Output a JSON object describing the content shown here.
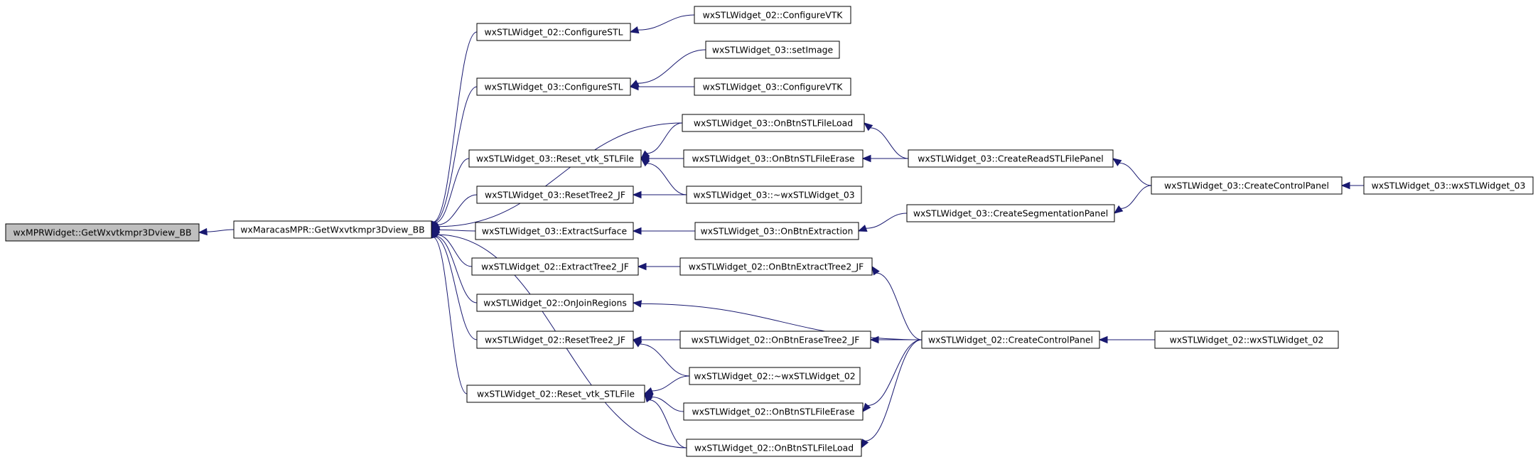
{
  "nodes": {
    "root": "wxMPRWidget::GetWxvtkmpr3Dview_BB",
    "getbb": "wxMaracasMPR::GetWxvtkmpr3Dview_BB",
    "cfg02": "wxSTLWidget_02::ConfigureSTL",
    "cvtk02": "wxSTLWidget_02::ConfigureVTK",
    "cfg03": "wxSTLWidget_03::ConfigureSTL",
    "setimg03": "wxSTLWidget_03::setImage",
    "cvtk03": "wxSTLWidget_03::ConfigureVTK",
    "load03": "wxSTLWidget_03::OnBtnSTLFileLoad",
    "reset03": "wxSTLWidget_03::Reset_vtk_STLFile",
    "erase03": "wxSTLWidget_03::OnBtnSTLFileErase",
    "crp03": "wxSTLWidget_03::CreateReadSTLFilePanel",
    "ccp03": "wxSTLWidget_03::CreateControlPanel",
    "ctor03": "wxSTLWidget_03::wxSTLWidget_03",
    "rt03": "wxSTLWidget_03::ResetTree2_JF",
    "dtor03": "wxSTLWidget_03::~wxSTLWidget_03",
    "ext03": "wxSTLWidget_03::ExtractSurface",
    "onext03": "wxSTLWidget_03::OnBtnExtraction",
    "csp03": "wxSTLWidget_03::CreateSegmentationPanel",
    "et02": "wxSTLWidget_02::ExtractTree2_JF",
    "onet02": "wxSTLWidget_02::OnBtnExtractTree2_JF",
    "join02": "wxSTLWidget_02::OnJoinRegions",
    "ccp02": "wxSTLWidget_02::CreateControlPanel",
    "ctor02": "wxSTLWidget_02::wxSTLWidget_02",
    "rt02": "wxSTLWidget_02::ResetTree2_JF",
    "onerase02": "wxSTLWidget_02::OnBtnEraseTree2_JF",
    "dtor02": "wxSTLWidget_02::~wxSTLWidget_02",
    "reset02": "wxSTLWidget_02::Reset_vtk_STLFile",
    "erase02": "wxSTLWidget_02::OnBtnSTLFileErase",
    "load02": "wxSTLWidget_02::OnBtnSTLFileLoad"
  },
  "edges": [
    [
      "getbb",
      "root"
    ],
    [
      "cfg02",
      "getbb"
    ],
    [
      "cfg03",
      "getbb"
    ],
    [
      "load03",
      "getbb"
    ],
    [
      "reset03",
      "getbb"
    ],
    [
      "rt03",
      "getbb"
    ],
    [
      "ext03",
      "getbb"
    ],
    [
      "et02",
      "getbb"
    ],
    [
      "join02",
      "getbb"
    ],
    [
      "rt02",
      "getbb"
    ],
    [
      "reset02",
      "getbb"
    ],
    [
      "load02",
      "getbb"
    ],
    [
      "cvtk02",
      "cfg02"
    ],
    [
      "setimg03",
      "cfg03"
    ],
    [
      "cvtk03",
      "cfg03"
    ],
    [
      "load03",
      "reset03"
    ],
    [
      "erase03",
      "reset03"
    ],
    [
      "dtor03",
      "reset03"
    ],
    [
      "crp03",
      "load03"
    ],
    [
      "crp03",
      "erase03"
    ],
    [
      "ccp03",
      "crp03"
    ],
    [
      "ccp03",
      "csp03"
    ],
    [
      "ctor03",
      "ccp03"
    ],
    [
      "dtor03",
      "rt03"
    ],
    [
      "onext03",
      "ext03"
    ],
    [
      "csp03",
      "onext03"
    ],
    [
      "onet02",
      "et02"
    ],
    [
      "ccp02",
      "onet02"
    ],
    [
      "ccp02",
      "join02"
    ],
    [
      "ccp02",
      "onerase02"
    ],
    [
      "ccp02",
      "erase02"
    ],
    [
      "ccp02",
      "load02"
    ],
    [
      "ctor02",
      "ccp02"
    ],
    [
      "onerase02",
      "rt02"
    ],
    [
      "dtor02",
      "rt02"
    ],
    [
      "dtor02",
      "reset02"
    ],
    [
      "erase02",
      "reset02"
    ],
    [
      "load02",
      "reset02"
    ]
  ]
}
